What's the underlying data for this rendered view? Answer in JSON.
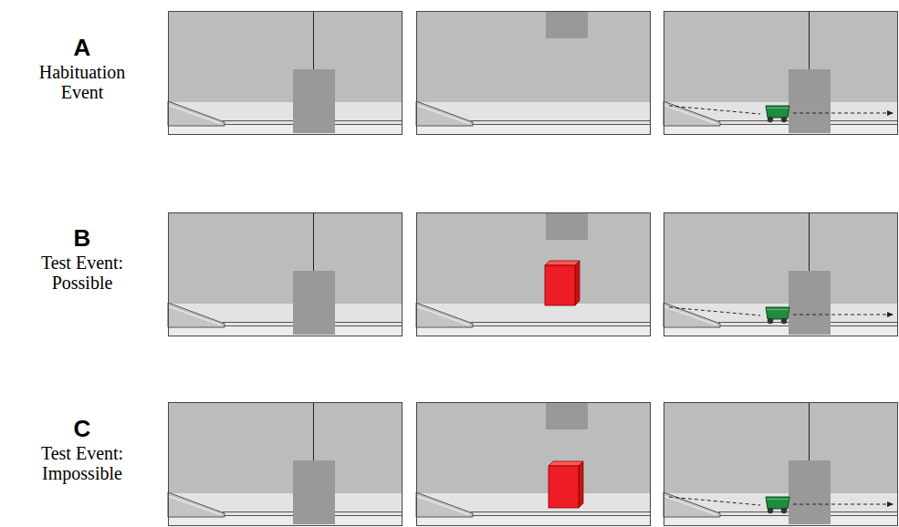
{
  "diagram": {
    "labels": [
      "A",
      "Habituation Event",
      "B",
      "Test Event: Possible",
      "C",
      "Test Event: Impossible"
    ]
  }
}
